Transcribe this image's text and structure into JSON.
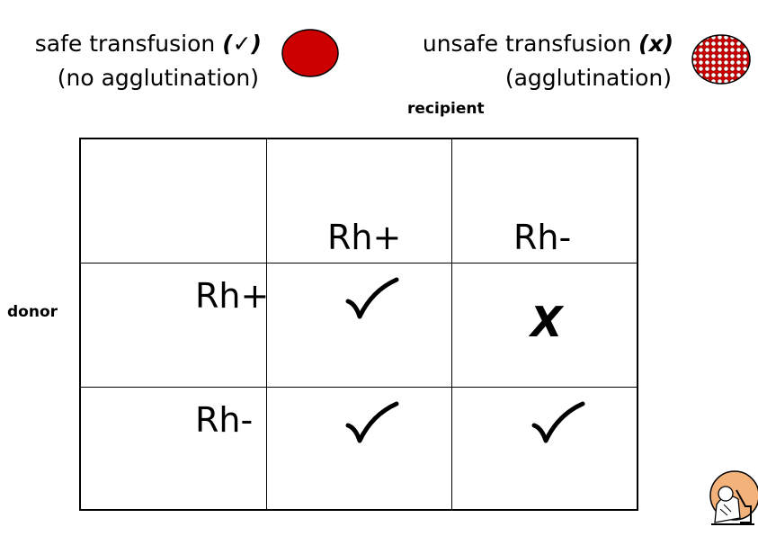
{
  "legend": {
    "safe": {
      "line1": "safe transfusion",
      "symbol": "(✓)",
      "line2": "(no agglutination)",
      "cell_icon": "red-blood-cell-icon",
      "color": "#cc0000"
    },
    "unsafe": {
      "line1": "unsafe transfusion",
      "symbol": "(x)",
      "line2": "(agglutination)",
      "cell_icon": "agglutinated-cell-icon",
      "color": "#cc0000"
    }
  },
  "axes": {
    "recipient_label": "recipient",
    "donor_label": "donor"
  },
  "table": {
    "column_headers": [
      "Rh+",
      "Rh-"
    ],
    "row_headers": [
      "Rh+",
      "Rh-"
    ],
    "cells": [
      [
        "✓",
        "X"
      ],
      [
        "✓",
        "✓"
      ]
    ]
  },
  "decoration": {
    "corner_icon": "scientist-microscope-icon"
  }
}
